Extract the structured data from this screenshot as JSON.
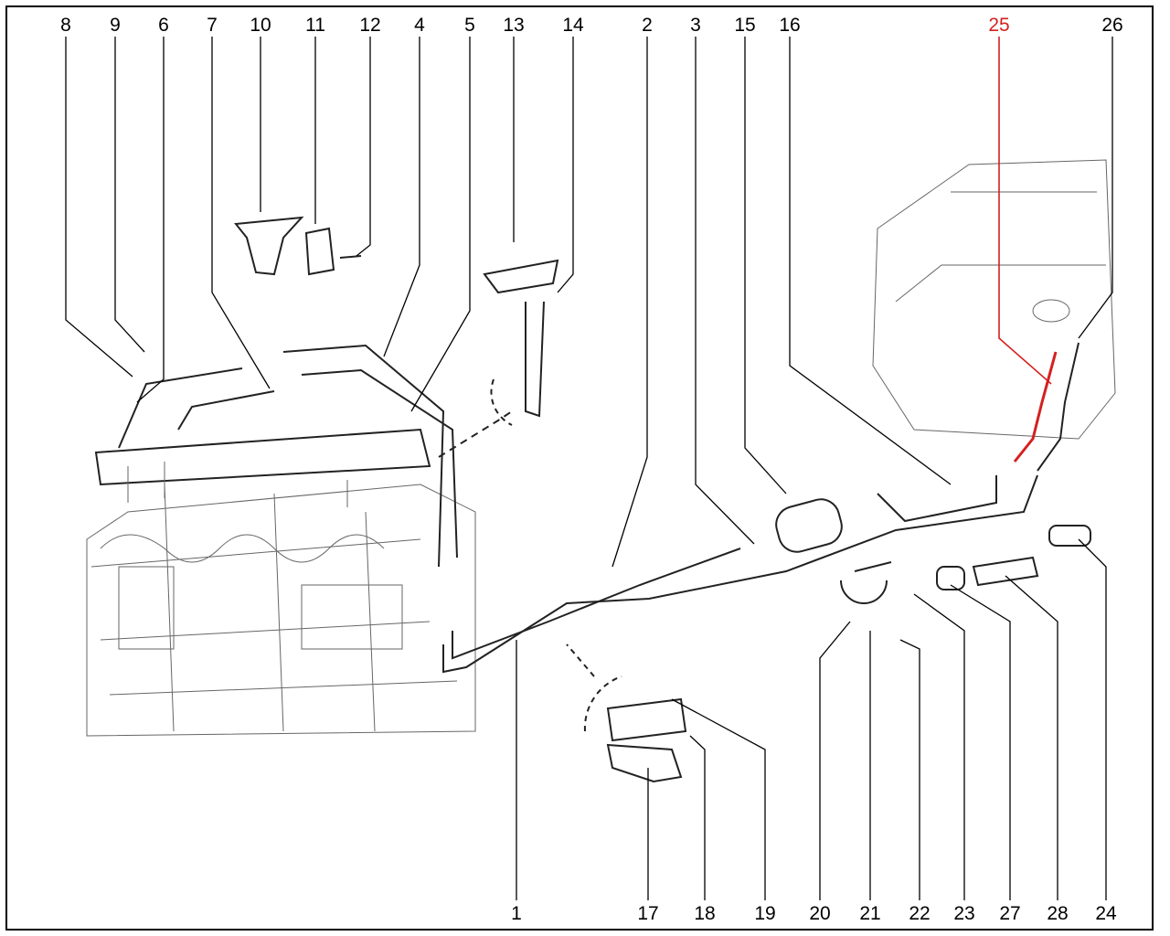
{
  "diagram": {
    "highlight_color": "#d42020",
    "top_labels": [
      "8",
      "9",
      "6",
      "7",
      "10",
      "11",
      "12",
      "4",
      "5",
      "13",
      "14",
      "2",
      "3",
      "15",
      "16",
      "25",
      "26"
    ],
    "bottom_labels": [
      "1",
      "17",
      "18",
      "19",
      "20",
      "21",
      "22",
      "23",
      "27",
      "28",
      "24"
    ],
    "highlighted_part": "25"
  }
}
